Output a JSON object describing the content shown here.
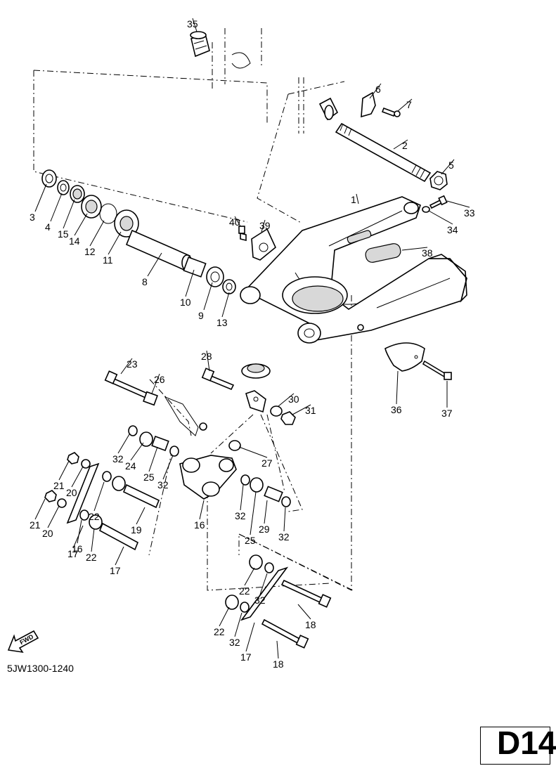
{
  "diagram": {
    "callouts": [
      "35",
      "6",
      "7",
      "2",
      "5",
      "1",
      "33",
      "34",
      "40",
      "39",
      "38",
      "3",
      "4",
      "15",
      "14",
      "12",
      "11",
      "8",
      "10",
      "9",
      "13",
      "23",
      "26",
      "28",
      "30",
      "31",
      "36",
      "37",
      "32",
      "24",
      "25",
      "27",
      "21",
      "20",
      "22",
      "16",
      "29",
      "19",
      "17",
      "18"
    ],
    "catalog_code": "5JW1300-1240",
    "page_label": "D14",
    "fwd_label": "FWD"
  }
}
